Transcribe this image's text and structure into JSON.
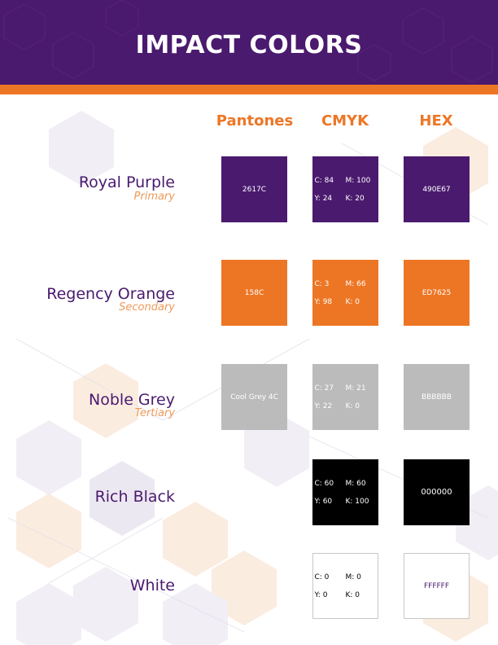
{
  "header": {
    "title": "IMPACT COLORS"
  },
  "columns": {
    "pantone": "Pantones",
    "cmyk": "CMYK",
    "hex": "HEX"
  },
  "palette": {
    "purple": "#4a1a6e",
    "orange": "#ed7625",
    "grey": "#bbbbbb"
  },
  "colors": [
    {
      "name": "Royal Purple",
      "role": "Primary",
      "pantone": "2617C",
      "cmyk": {
        "c": "C: 84",
        "m": "M: 100",
        "y": "Y: 24",
        "k": "K: 20"
      },
      "hex": "490E67",
      "swatch": "#4a1a6e"
    },
    {
      "name": "Regency Orange",
      "role": "Secondary",
      "pantone": "158C",
      "cmyk": {
        "c": "C: 3",
        "m": "M: 66",
        "y": "Y: 98",
        "k": "K: 0"
      },
      "hex": "ED7625",
      "swatch": "#ed7625"
    },
    {
      "name": "Noble Grey",
      "role": "Tertiary",
      "pantone": "Cool Grey 4C",
      "cmyk": {
        "c": "C: 27",
        "m": "M: 21",
        "y": "Y: 22",
        "k": "K: 0"
      },
      "hex": "BBBBBB",
      "swatch": "#bbbbbb"
    },
    {
      "name": "Rich Black",
      "cmyk": {
        "c": "C: 60",
        "m": "M: 60",
        "y": "Y: 60",
        "k": "K: 100"
      },
      "hex": "000000",
      "swatch": "#000000"
    },
    {
      "name": "White",
      "cmyk": {
        "c": "C: 0",
        "m": "M: 0",
        "y": "Y: 0",
        "k": "K: 0"
      },
      "hex": "FFFFFF",
      "swatch": "#ffffff"
    }
  ]
}
